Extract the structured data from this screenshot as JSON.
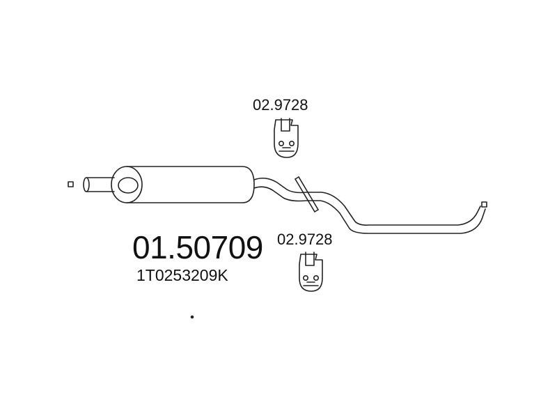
{
  "part": {
    "number": "01.50709",
    "oem_number": "1T0253209K"
  },
  "hangers": [
    {
      "code": "02.9728"
    },
    {
      "code": "02.9728"
    }
  ],
  "colors": {
    "line": "#222222",
    "background": "#ffffff"
  },
  "icons": [
    "square-connector-icon",
    "rubber-hanger-icon",
    "mounting-bracket-icon"
  ]
}
